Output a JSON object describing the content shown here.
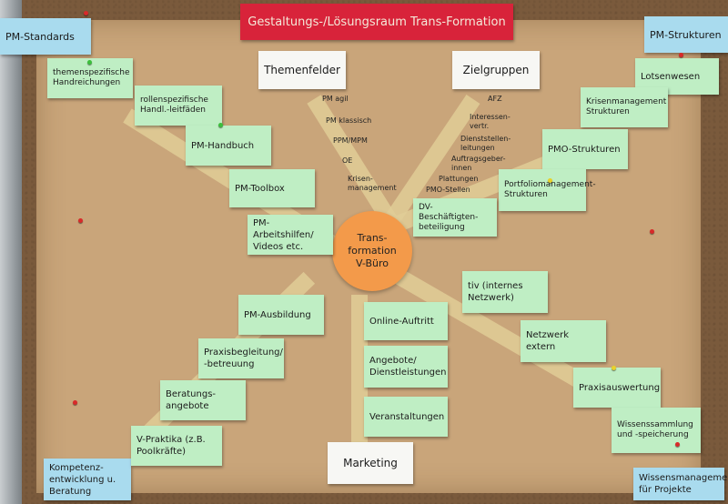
{
  "title": "Gestaltungs-/Lösungsraum Trans-Formation",
  "hub": {
    "line1": "Trans-",
    "line2": "formation",
    "line3": "V-Büro"
  },
  "corner_cards": {
    "pm_standards": "PM-Standards",
    "pm_strukturen": "PM-Strukturen",
    "kompetenz": "Kompetenz-entwicklung u. Beratung",
    "wissensmanagement": "Wissensmanagement für Projekte"
  },
  "category_cards": {
    "themenfelder": "Themenfelder",
    "zielgruppen": "Zielgruppen",
    "marketing": "Marketing"
  },
  "themenfelder_items": [
    "PM agil",
    "PM klassisch",
    "PPM/MPM",
    "OE",
    "Krisen-management"
  ],
  "zielgruppen_items": [
    "AFZ",
    "Interessen-vertr.",
    "Dienststellen-leitungen",
    "Auftragsgeber-innen",
    "Plattungen",
    "PMO-Stellen"
  ],
  "left_cards": [
    "themenspezifische Handreichungen",
    "rollenspezifische Handl.-leitfäden",
    "PM-Handbuch",
    "PM-Toolbox",
    "PM-Arbeitshilfen/ Videos etc.",
    "PM-Ausbildung",
    "Praxisbegleitung/ -betreuung",
    "Beratungs-angebote",
    "V-Praktika (z.B. Poolkräfte)"
  ],
  "right_cards": [
    "Lotsenwesen",
    "Krisenmanagement Strukturen",
    "PMO-Strukturen",
    "Portfoliomanagement-Strukturen",
    "DV-Beschäftigten-beteiligung",
    "tiv (internes Netzwerk)",
    "Netzwerk extern",
    "Praxisauswertung",
    "Wissenssammlung und -speicherung"
  ],
  "center_cards": [
    "Online-Auftritt",
    "Angebote/ Dienstleistungen",
    "Veranstaltungen"
  ]
}
